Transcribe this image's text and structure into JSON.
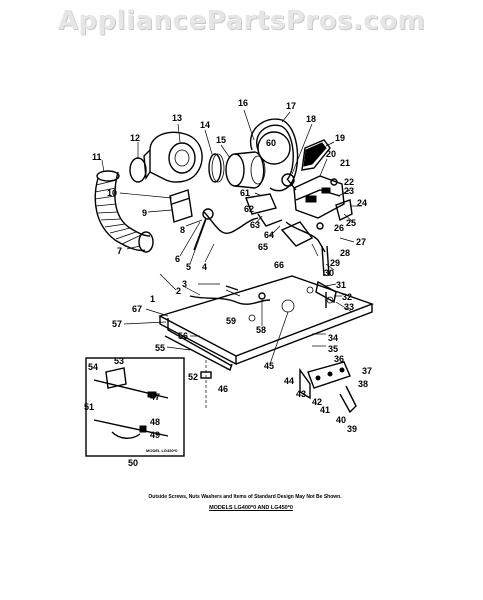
{
  "watermark": "AppliancePartsPros.com",
  "footnote": "Outside Screws, Nuts Washers and Items of Standard Design May Not Be Shown.",
  "model_line": "MODELS LG400*0 AND LG450*0",
  "inset_caption": "MODEL LG450*0",
  "callouts": [
    "1",
    "2",
    "3",
    "4",
    "5",
    "6",
    "7",
    "8",
    "9",
    "10",
    "11",
    "12",
    "13",
    "14",
    "15",
    "16",
    "17",
    "18",
    "19",
    "20",
    "21",
    "22",
    "23",
    "24",
    "25",
    "26",
    "27",
    "28",
    "29",
    "30",
    "31",
    "32",
    "33",
    "34",
    "35",
    "36",
    "37",
    "38",
    "39",
    "40",
    "41",
    "42",
    "43",
    "44",
    "45",
    "46",
    "47",
    "48",
    "49",
    "50",
    "51",
    "52",
    "53",
    "54",
    "55",
    "56",
    "57",
    "58",
    "59",
    "60",
    "61",
    "62",
    "63",
    "64",
    "65",
    "66",
    "67"
  ]
}
